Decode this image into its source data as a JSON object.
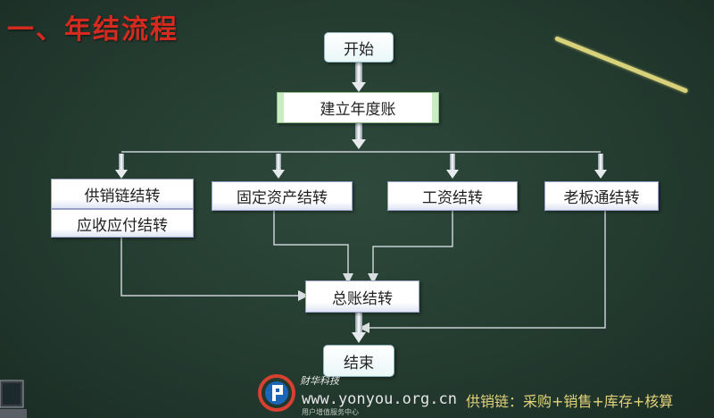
{
  "title": "一、年结流程",
  "nodes": {
    "start": "开始",
    "create_year_account": "建立年度账",
    "supply_chain": "供销链结转",
    "ar_ap": "应收应付结转",
    "fixed_assets": "固定资产结转",
    "payroll": "工资结转",
    "boss_link": "老板通结转",
    "general_ledger": "总账结转",
    "end": "结束"
  },
  "footer": {
    "brand": "财华科技",
    "url": "www.yonyou.org.cn",
    "org": "用户增值服务中心",
    "note": "供销链：采购+销售+库存+核算"
  },
  "colors": {
    "title": "#d42a20",
    "board": "#2a4436",
    "connector": "#c8d0d4",
    "note": "#e3d27a"
  }
}
